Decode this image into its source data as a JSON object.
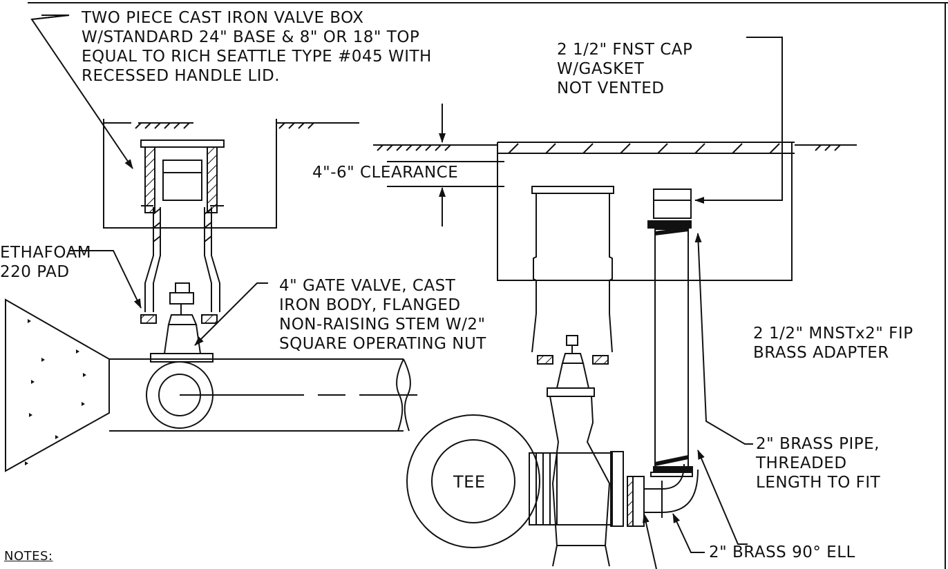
{
  "labels": {
    "valve_box": [
      "TWO PIECE CAST IRON VALVE BOX",
      "W/STANDARD 24\" BASE & 8\" OR 18\" TOP",
      "EQUAL TO RICH SEATTLE TYPE #045 WITH",
      "RECESSED HANDLE LID."
    ],
    "cap": [
      "2 1/2\" FNST CAP",
      "W/GASKET",
      "NOT VENTED"
    ],
    "clearance": "4\"-6\" CLEARANCE",
    "ethafoam": [
      "ETHAFOAM",
      "220 PAD"
    ],
    "gate_valve": [
      "4\" GATE VALVE, CAST",
      "IRON BODY, FLANGED",
      "NON-RAISING STEM W/2\"",
      "SQUARE OPERATING NUT"
    ],
    "adapter": [
      "2 1/2\" MNSTx2\" FIP",
      "BRASS ADAPTER"
    ],
    "brass_pipe": [
      "2\" BRASS PIPE,",
      "THREADED",
      "LENGTH TO FIT"
    ],
    "tee": "TEE",
    "ell": "2\" BRASS 90° ELL",
    "notes": "NOTES:"
  }
}
